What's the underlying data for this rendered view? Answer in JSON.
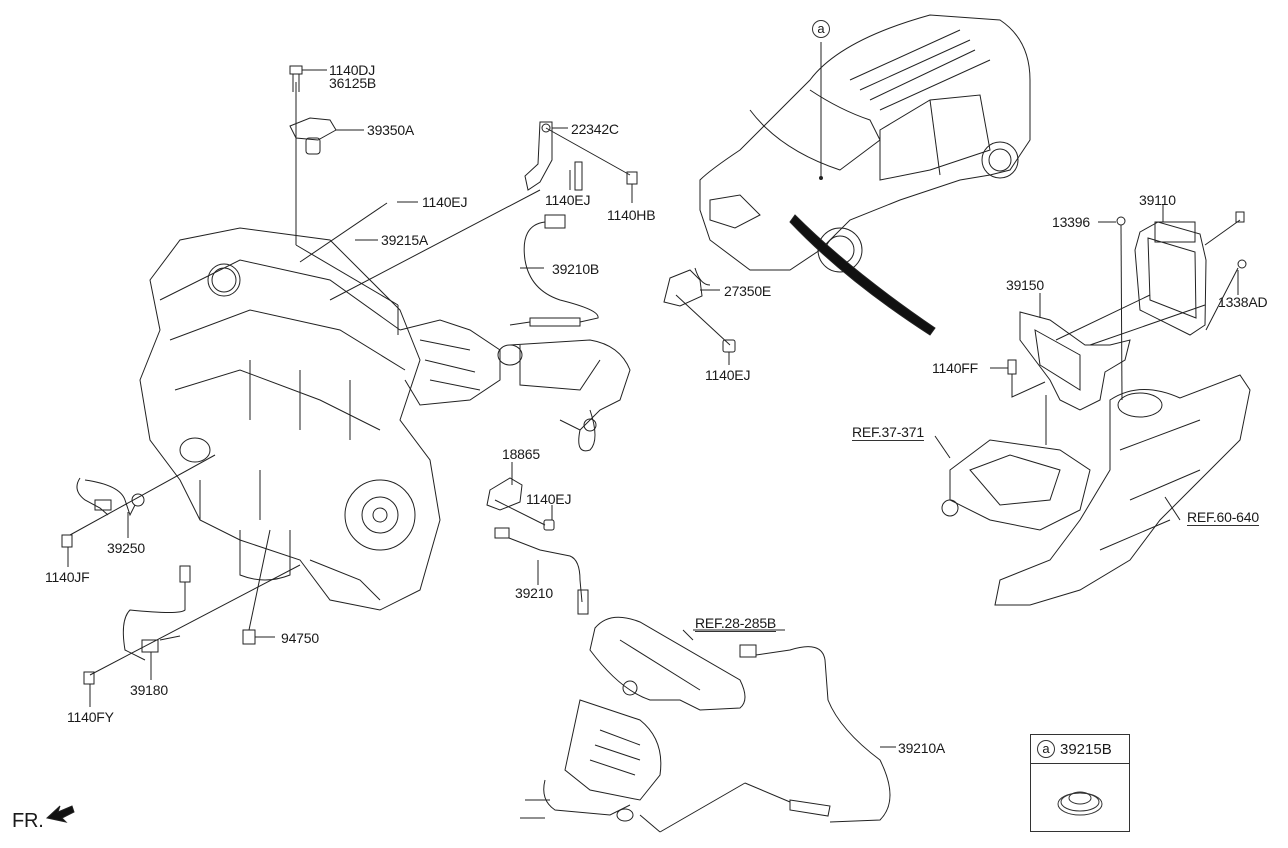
{
  "diagram": {
    "title": "Engine control module / sensors parts diagram",
    "orientation_label": "FR.",
    "callout_marker": "a",
    "legend": {
      "marker": "a",
      "part_number": "39215B",
      "icon": "rubber-plug-icon"
    },
    "part_labels": {
      "p1140DJ": "1140DJ",
      "p36125B": "36125B",
      "p39350A": "39350A",
      "p22342C": "22342C",
      "p1140EJ_top": "1140EJ",
      "p1140EJ_mid": "1140EJ",
      "p1140HB": "1140HB",
      "p39215A": "39215A",
      "p39210B": "39210B",
      "p27350E": "27350E",
      "p1140EJ_bracket": "1140EJ",
      "p13396": "13396",
      "p39110": "39110",
      "p39150": "39150",
      "p1338AD": "1338AD",
      "p1140FF": "1140FF",
      "p18865": "18865",
      "p1140EJ_lower": "1140EJ",
      "p39250": "39250",
      "p1140JF": "1140JF",
      "p39210": "39210",
      "p94750": "94750",
      "p39180": "39180",
      "p1140FY": "1140FY",
      "p39210A": "39210A"
    },
    "references": {
      "ref_37_371": "REF.37-371",
      "ref_60_640": "REF.60-640",
      "ref_28_285B": "REF.28-285B"
    }
  }
}
